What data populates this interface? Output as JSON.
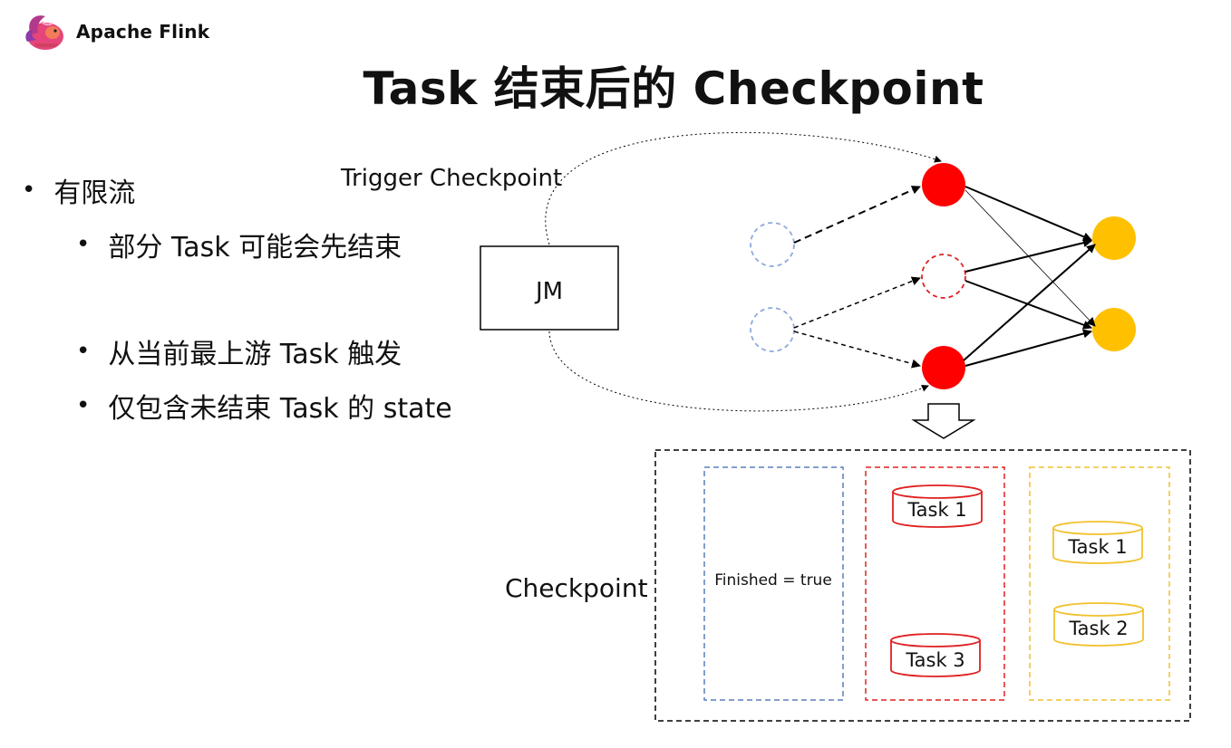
{
  "brand": {
    "name": "Apache Flink"
  },
  "title": "Task 结束后的 Checkpoint",
  "bullets": [
    {
      "text": "有限流",
      "level": 1
    },
    {
      "text": "部分 Task 可能会先结束",
      "level": 2
    },
    {
      "text": "从当前最上游 Task 触发",
      "level": 2
    },
    {
      "text": "仅包含未结束 Task 的 state",
      "level": 2
    }
  ],
  "diagram": {
    "trigger_label": "Trigger Checkpoint",
    "jm_label": "JM",
    "checkpoint_label": "Checkpoint",
    "finished_label": "Finished = true",
    "red_tasks": [
      "Task 1",
      "Task 3"
    ],
    "yellow_tasks": [
      "Task 1",
      "Task 2"
    ],
    "colors": {
      "red": "#ff0000",
      "yellow": "#ffc000",
      "blue_dashed": "#8ea9db",
      "box_blue": "#5b7fbf",
      "box_red": "#e02020",
      "box_yellow": "#f2c12e"
    }
  }
}
